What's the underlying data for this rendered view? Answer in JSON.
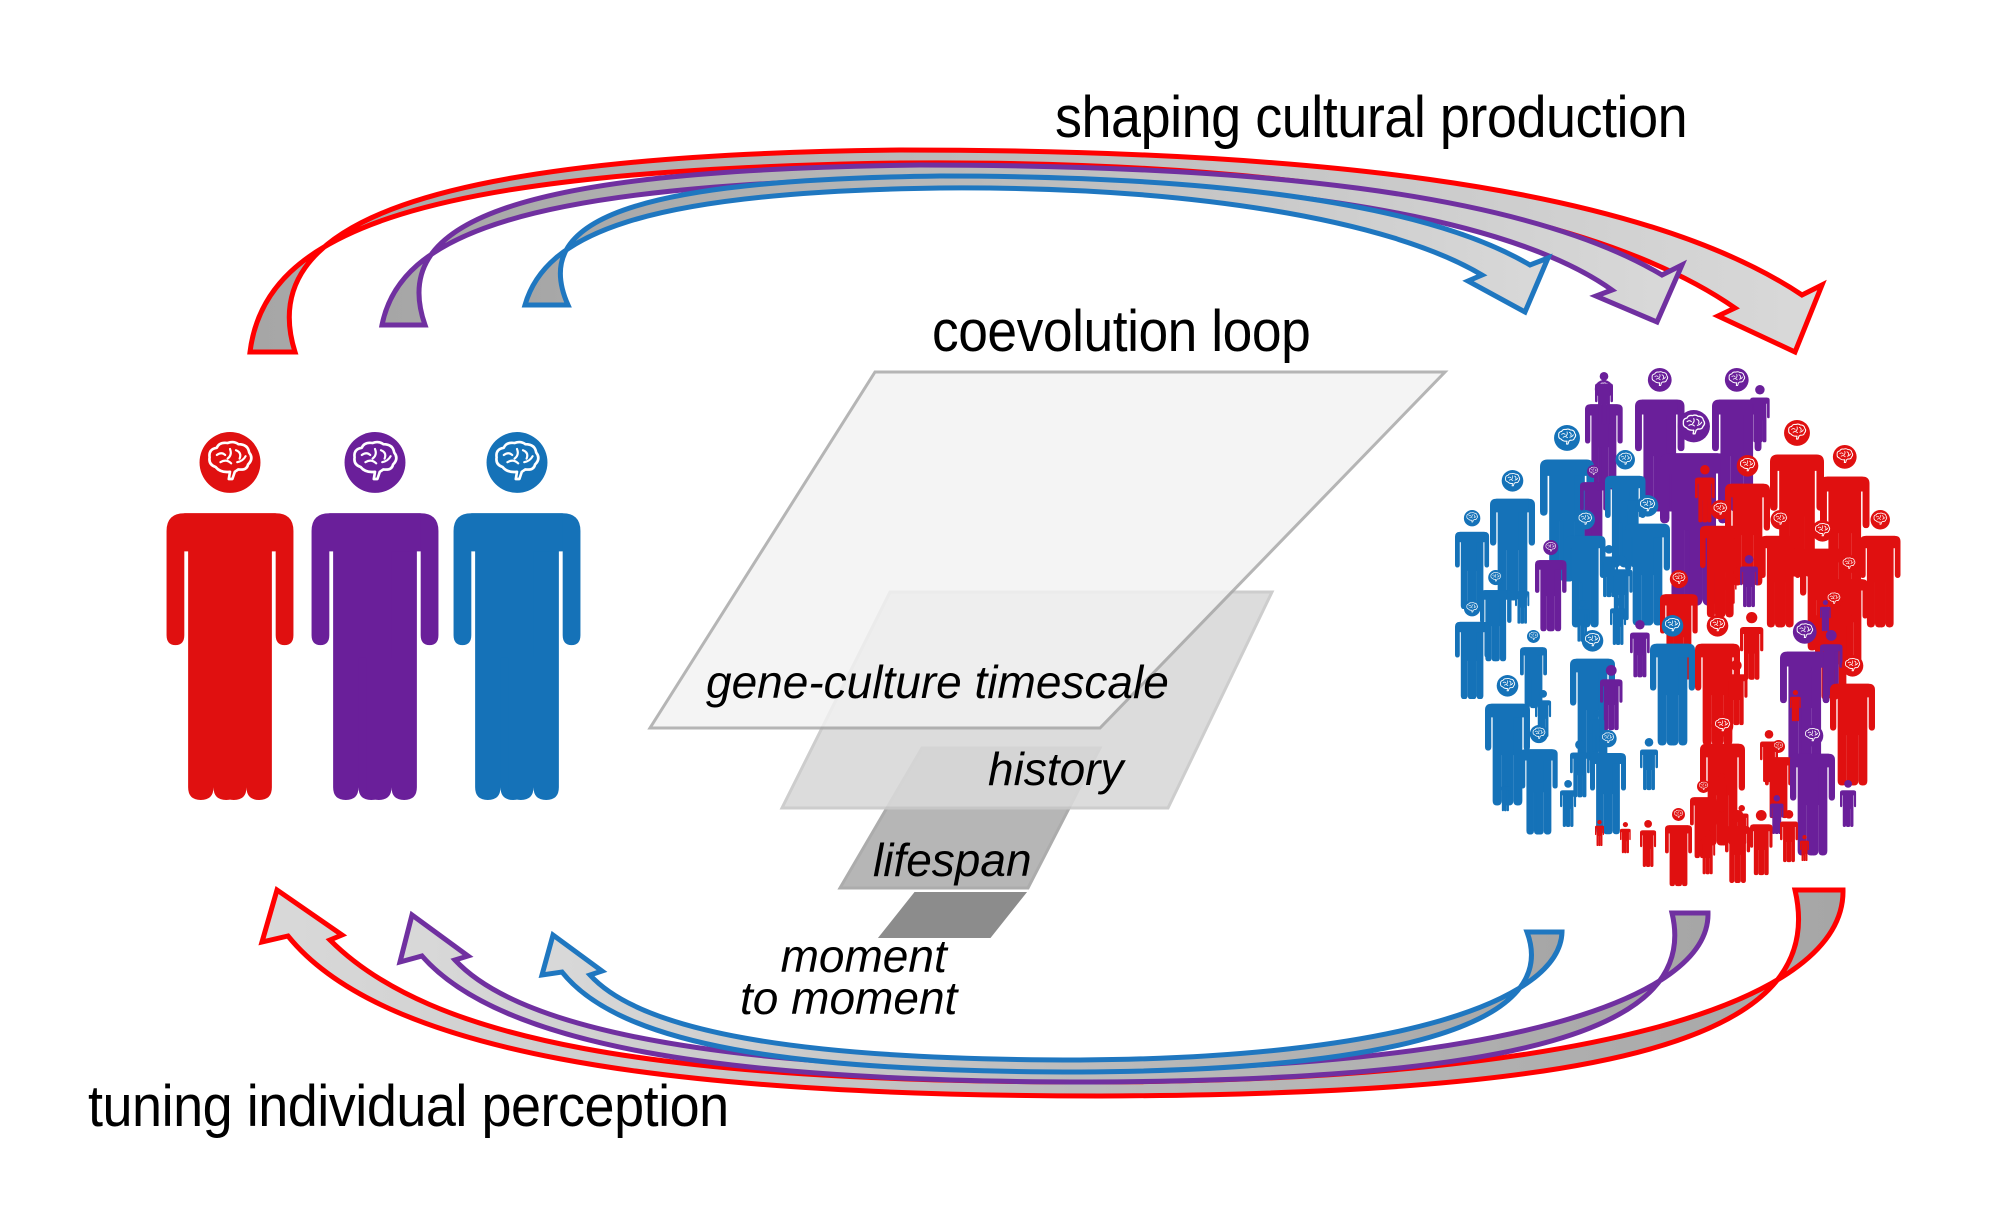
{
  "diagram": {
    "title": "coevolution loop",
    "top_arrow_label": "shaping cultural production",
    "bottom_arrow_label": "tuning individual perception",
    "timescales": [
      {
        "label": "gene-culture timescale",
        "shade": "#f4f4f4"
      },
      {
        "label": "history",
        "shade": "#d9d9d9"
      },
      {
        "label": "lifespan",
        "shade": "#b3b3b3"
      },
      {
        "label": "moment to moment",
        "line1": "moment",
        "line2": "to moment",
        "shade": "#8c8c8c"
      }
    ],
    "individuals": [
      {
        "name": "red-individual",
        "color": "#e01010"
      },
      {
        "name": "purple-individual",
        "color": "#6a1f9a"
      },
      {
        "name": "blue-individual",
        "color": "#1572b8"
      }
    ],
    "population": {
      "name": "population-crowd",
      "colors": [
        "#1572b8",
        "#6a1f9a",
        "#e01010"
      ]
    },
    "arrow_colors": {
      "red": "#ff0000",
      "purple": "#7030a0",
      "blue": "#1f77c0",
      "fill_tail": "#a6a6a6",
      "fill_head": "#d9d9d9"
    }
  }
}
